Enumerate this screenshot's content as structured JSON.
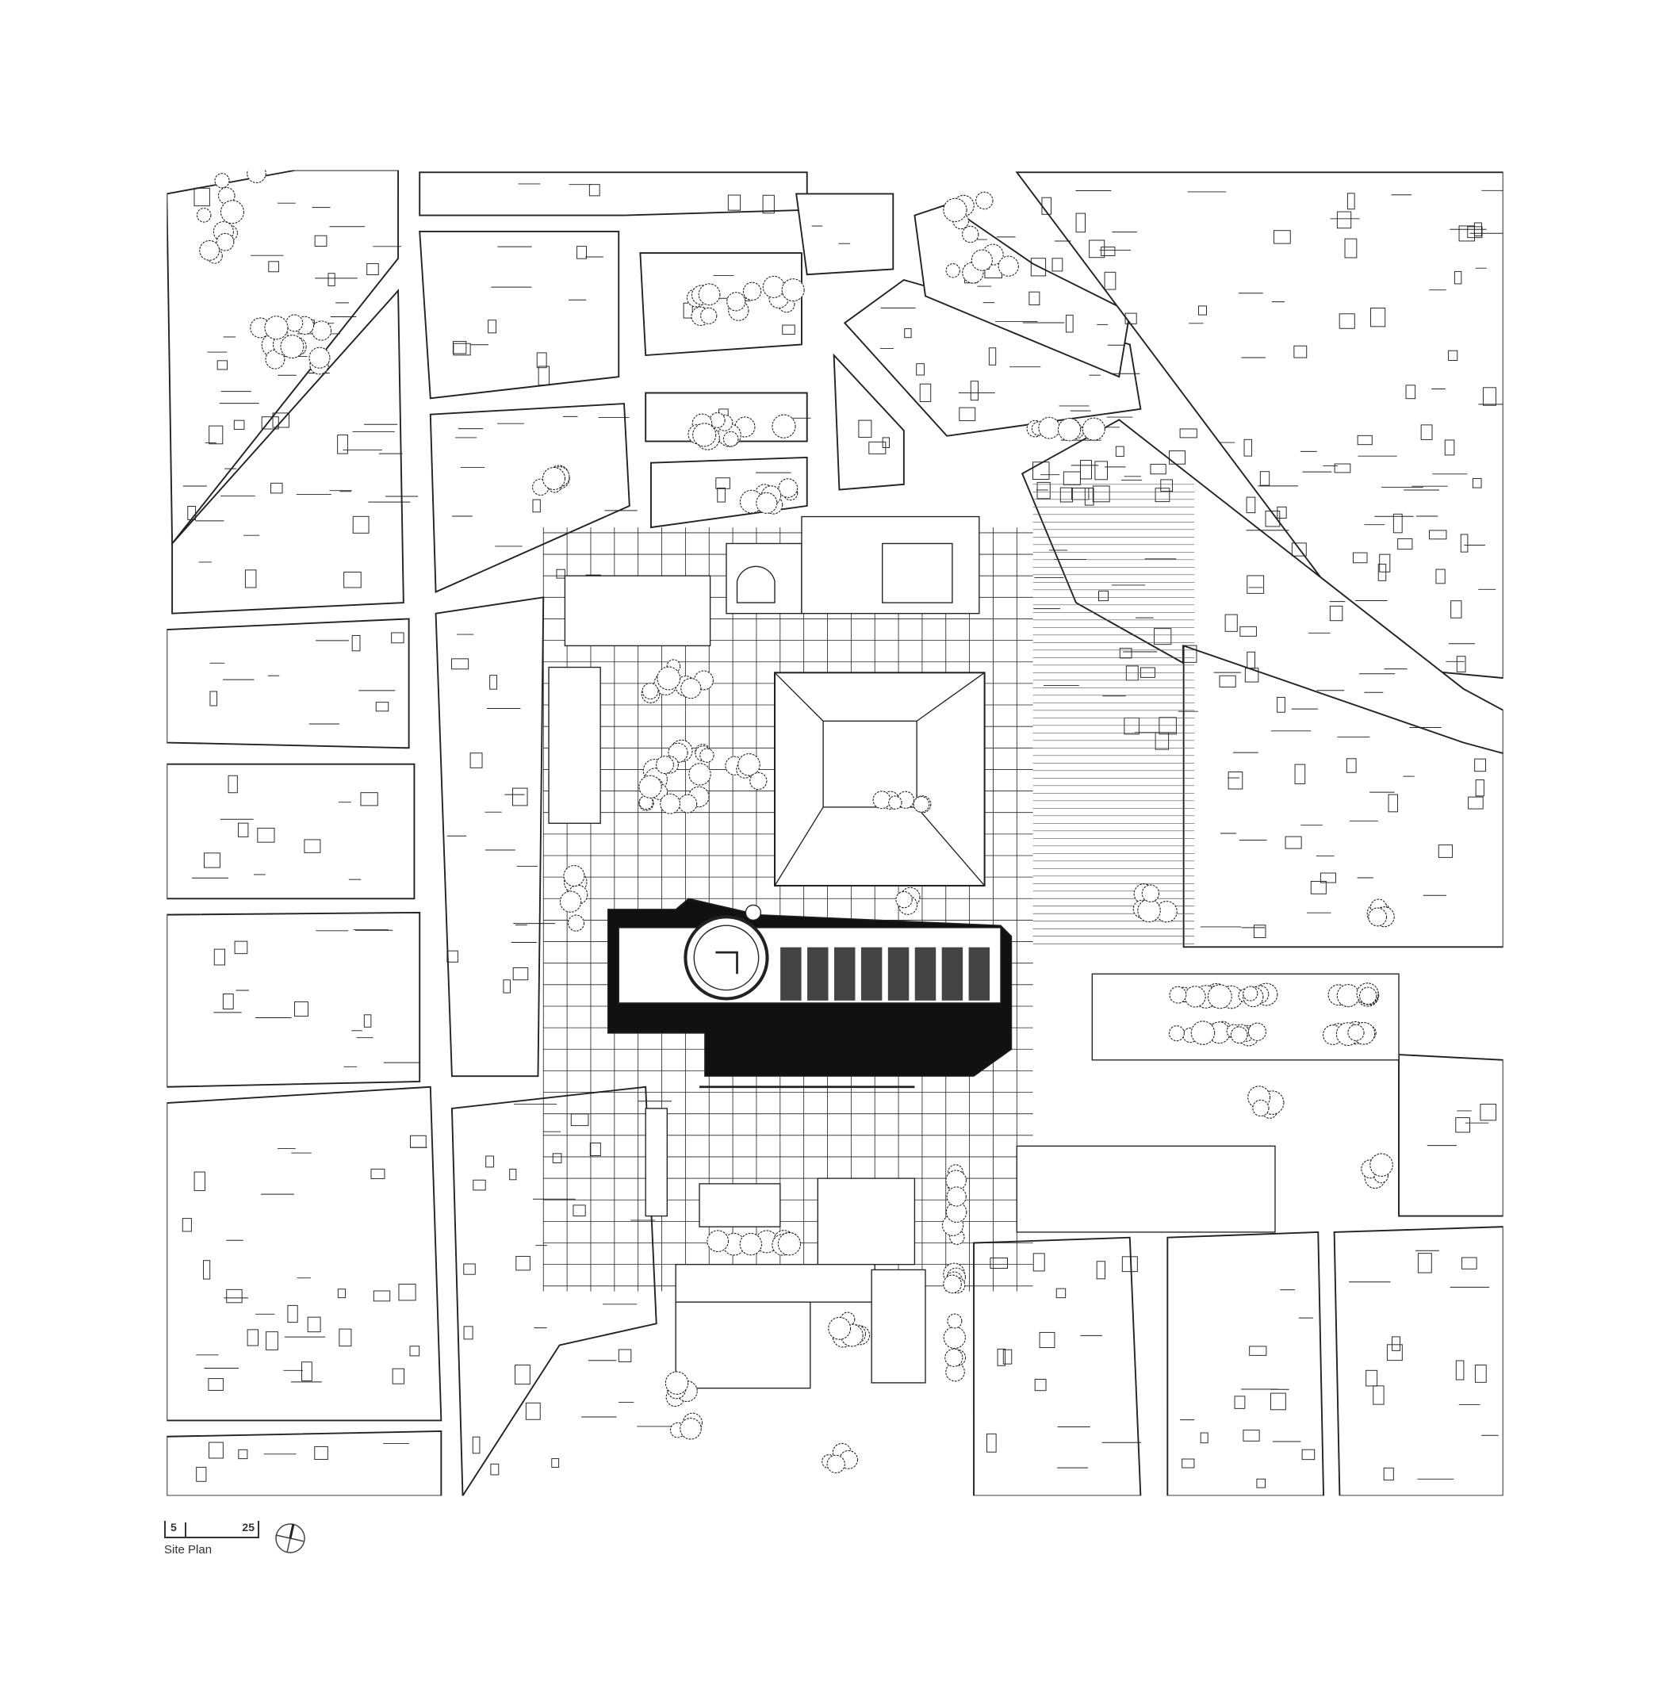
{
  "legend": {
    "title": "Site Plan",
    "scale_start_label": "5",
    "scale_end_label": "25"
  },
  "icons": {
    "north_arrow": "north-arrow-icon"
  }
}
